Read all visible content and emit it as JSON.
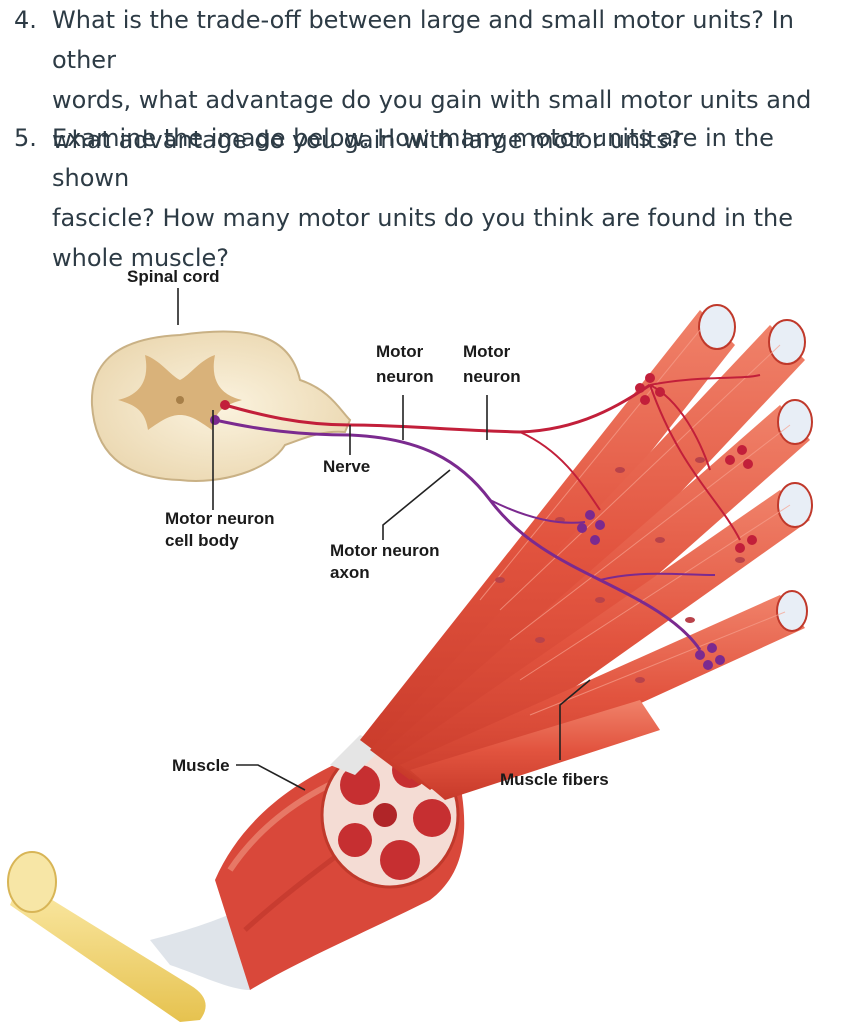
{
  "questions": [
    {
      "number": "4.",
      "lines": [
        "What is the trade-off between large and small motor units? In other",
        "words, what advantage do you gain with small motor units and",
        "what advantage do you gain with large motor units?"
      ]
    },
    {
      "number": "5.",
      "lines": [
        "Examine the image below. How many motor units are in the shown",
        "fascicle? How many motor units do you think are found in the",
        "whole muscle?"
      ]
    }
  ],
  "figure": {
    "labels": {
      "spinal_cord": "Spinal cord",
      "motor_neuron_1_line1": "Motor",
      "motor_neuron_1_line2": "neuron",
      "motor_neuron_2_line1": "Motor",
      "motor_neuron_2_line2": "neuron",
      "nerve": "Nerve",
      "cell_body_line1": "Motor neuron",
      "cell_body_line2": "cell body",
      "axon_line1": "Motor neuron",
      "axon_line2": "axon",
      "muscle": "Muscle",
      "muscle_fibers": "Muscle fibers"
    },
    "colors": {
      "question_text": "#2d3b45",
      "muscle_fiber": "#e2543f",
      "spinal_cord": "#f3e6c8",
      "gray_matter": "#d9b27a",
      "neuron_red": "#c21f3a",
      "neuron_purple": "#7b2a8f",
      "tendon": "#f2d57a"
    }
  }
}
